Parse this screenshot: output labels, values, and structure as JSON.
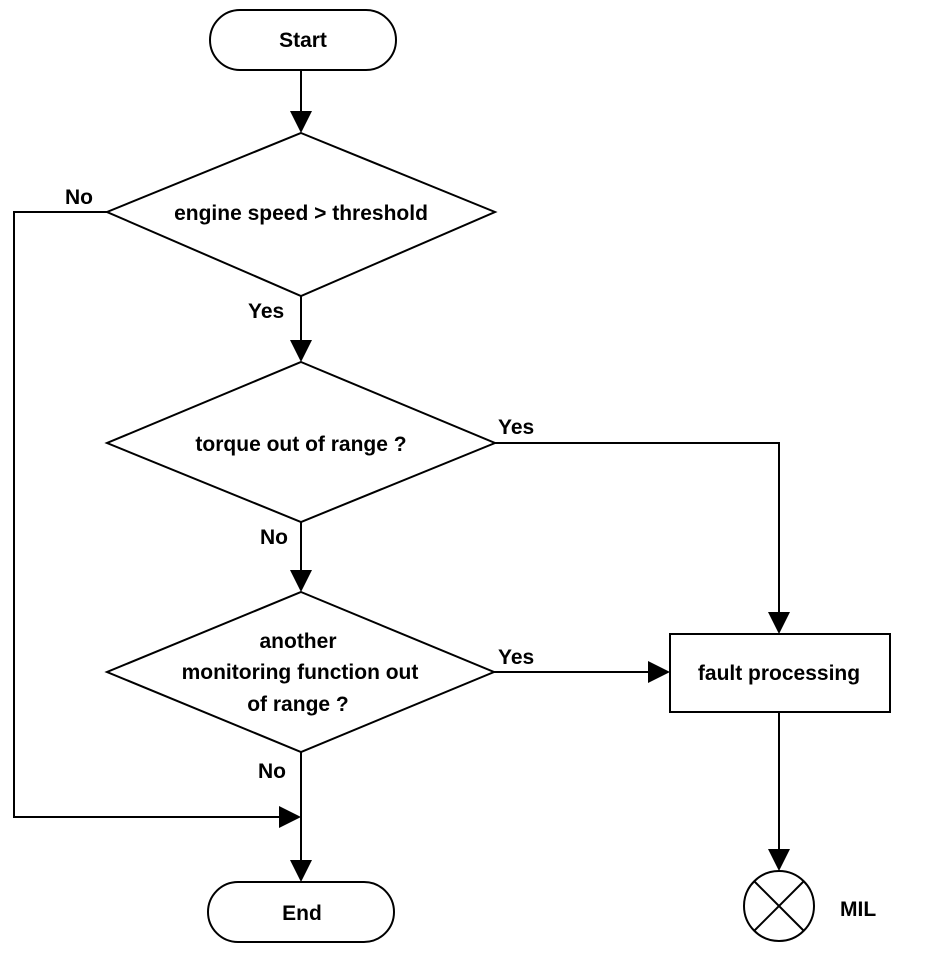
{
  "nodes": {
    "start": "Start",
    "d1": "engine speed > threshold",
    "d2": "torque out of range ?",
    "d3_line1": "another",
    "d3_line2": "monitoring function out",
    "d3_line3": "of range ?",
    "fault": "fault processing",
    "end": "End",
    "mil": "MIL"
  },
  "edges": {
    "d1_no": "No",
    "d1_yes": "Yes",
    "d2_yes": "Yes",
    "d2_no": "No",
    "d3_yes": "Yes",
    "d3_no": "No"
  }
}
